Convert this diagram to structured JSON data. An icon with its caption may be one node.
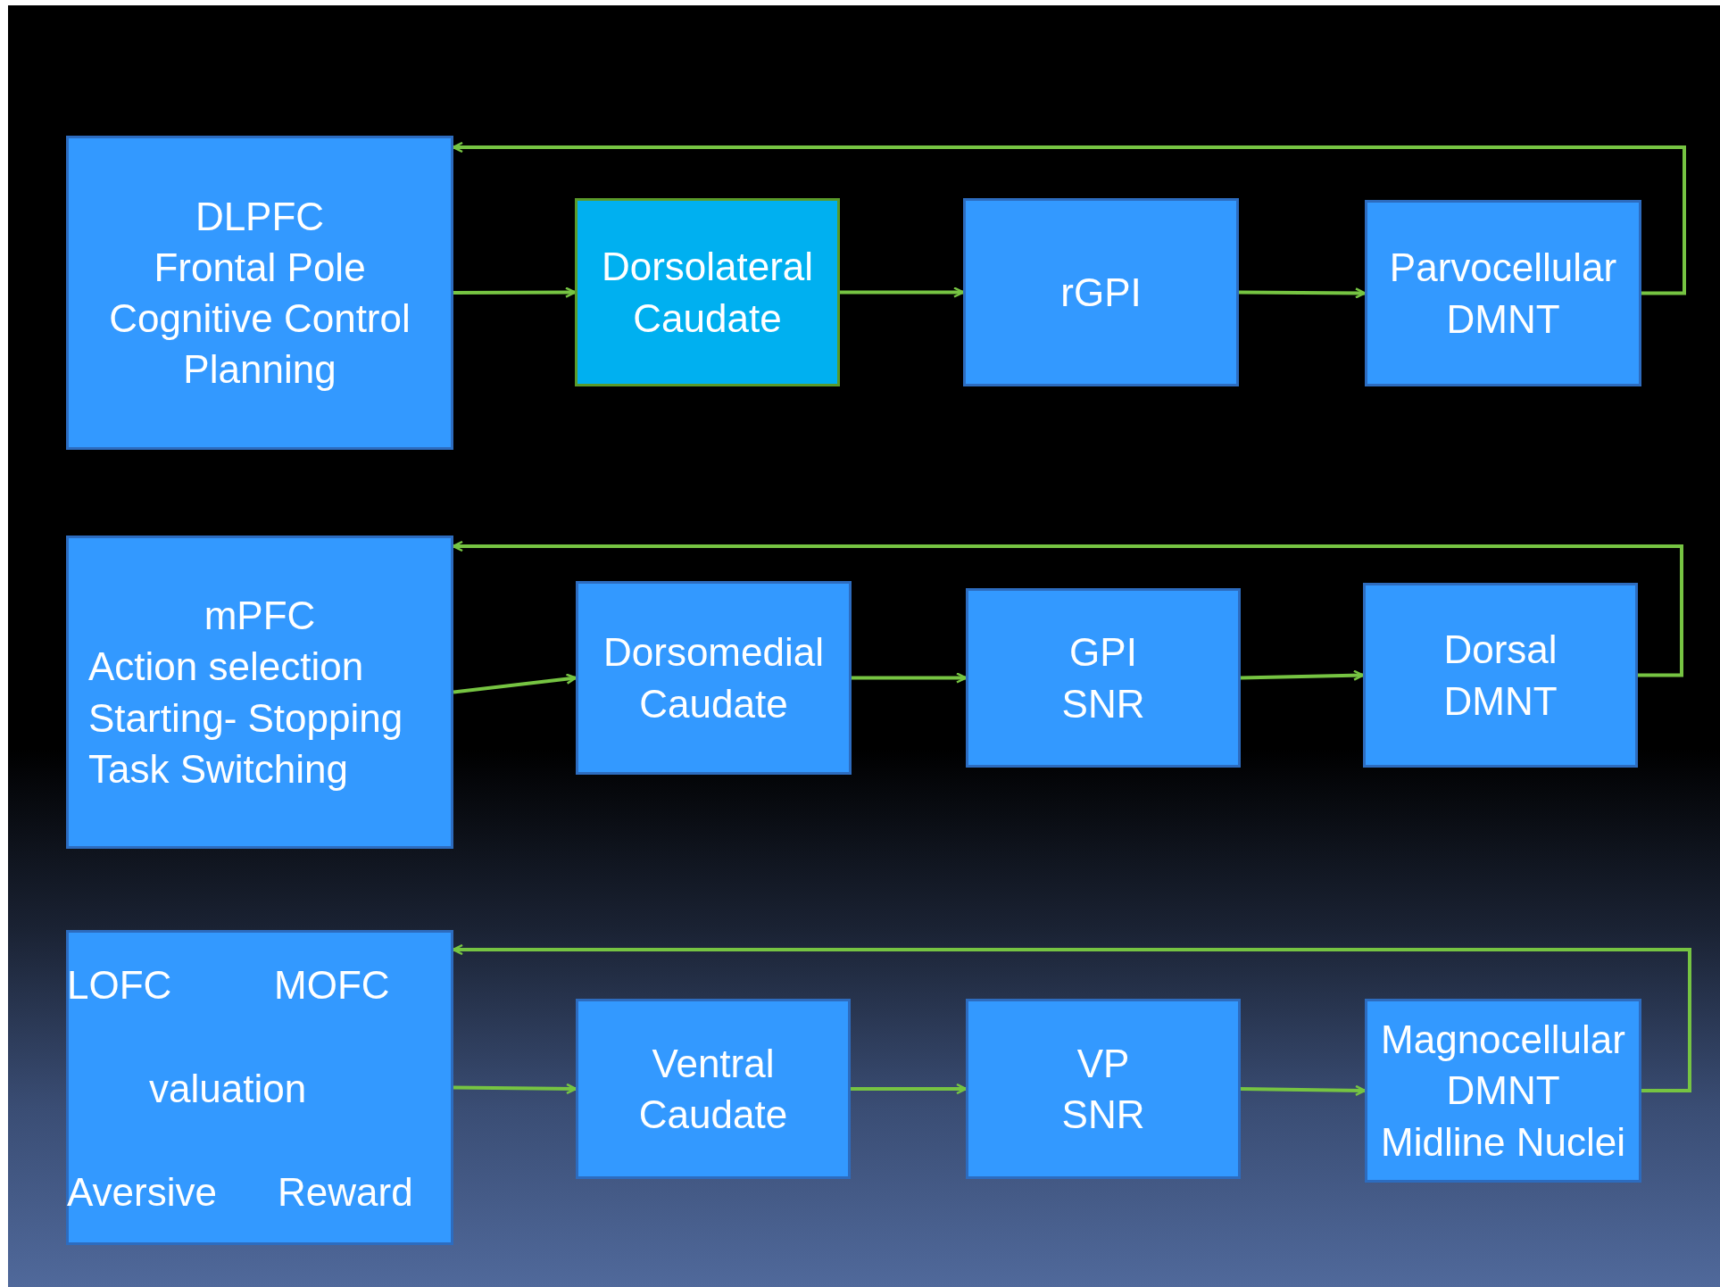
{
  "diagram": {
    "nodes": [
      {
        "text": [
          "DLPFC",
          "Frontal Pole",
          "Cognitive Control",
          "Planning"
        ]
      },
      {
        "text": [
          "Dorsolateral Caudate"
        ]
      },
      {
        "text": [
          "rGPI"
        ]
      },
      {
        "text": [
          "Parvocellular DMNT"
        ]
      },
      {
        "text": [
          "mPFC",
          "Action selection",
          "Starting- Stopping",
          "Task Switching"
        ]
      },
      {
        "text": [
          "Dorsomedial Caudate"
        ]
      },
      {
        "text": [
          "GPI",
          "SNR"
        ]
      },
      {
        "text": [
          "Dorsal",
          "DMNT"
        ]
      },
      {
        "text": [
          "LOFC",
          "MOFC",
          "valuation",
          "Aversive",
          "Reward"
        ]
      },
      {
        "text": [
          "Ventral Caudate"
        ]
      },
      {
        "text": [
          "VP",
          "SNR"
        ]
      },
      {
        "text": [
          "Magnocellular",
          "DMNT",
          "Midline Nuclei"
        ]
      }
    ],
    "edges": [
      {
        "from": 0,
        "to": 1,
        "arrow": "to"
      },
      {
        "from": 1,
        "to": 2,
        "arrow": "to"
      },
      {
        "from": 2,
        "to": 3,
        "arrow": "to"
      },
      {
        "from": 3,
        "to": 0,
        "arrow": "to"
      },
      {
        "from": 4,
        "to": 5,
        "arrow": "to"
      },
      {
        "from": 5,
        "to": 6,
        "arrow": "to"
      },
      {
        "from": 6,
        "to": 7,
        "arrow": "to"
      },
      {
        "from": 7,
        "to": 4,
        "arrow": "to"
      },
      {
        "from": 8,
        "to": 9,
        "arrow": "to"
      },
      {
        "from": 9,
        "to": 10,
        "arrow": "to"
      },
      {
        "from": 10,
        "to": 11,
        "arrow": "to"
      },
      {
        "from": 11,
        "to": 8,
        "arrow": "to"
      }
    ]
  }
}
